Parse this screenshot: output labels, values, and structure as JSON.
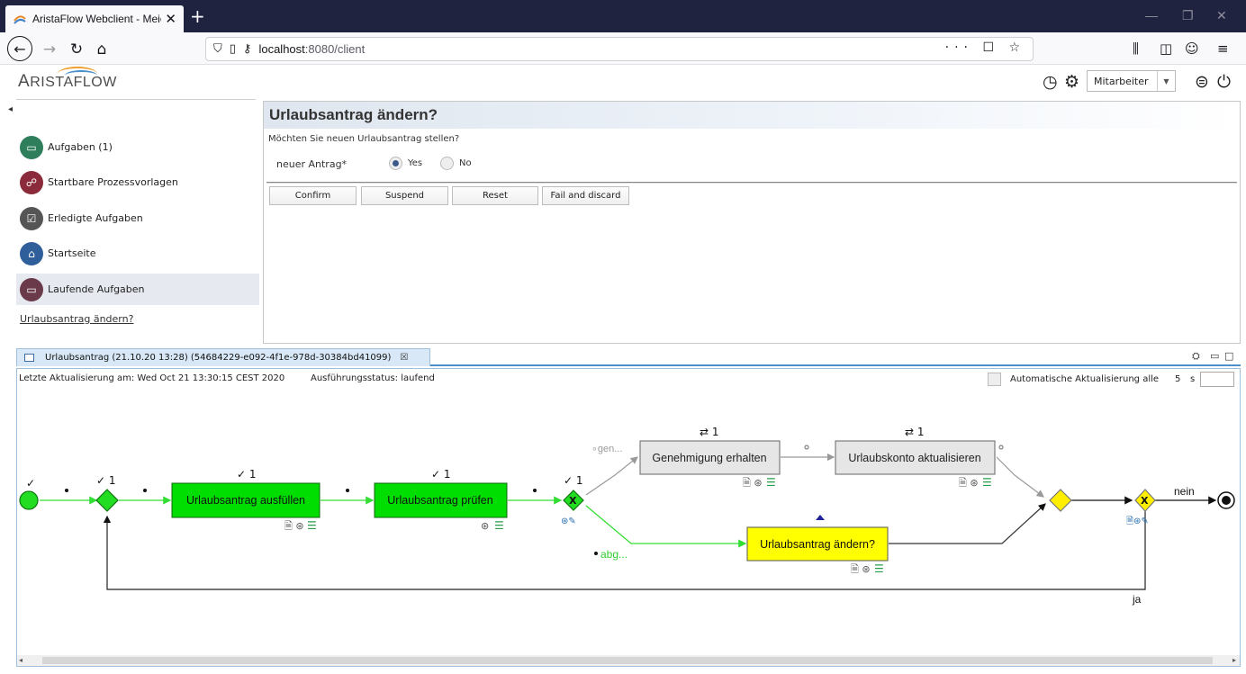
{
  "browser": {
    "tab_title": "AristaFlow Webclient - Meier (",
    "tab_close": "✕",
    "new_tab": "+",
    "url_host": "localhost",
    "url_path": ":8080/client",
    "url_actions": "··· ☐ ☆",
    "win_minimize": "—",
    "win_restore": "❐",
    "win_close": "✕"
  },
  "app": {
    "logo_first": "A",
    "logo_rest": "RISTAFLOW",
    "role_value": "Mitarbeiter"
  },
  "sidebar": {
    "items": [
      {
        "label": "Aufgaben (1)",
        "icon": "inbox-icon",
        "color": "#2e7d5b"
      },
      {
        "label": "Startbare Prozessvorlagen",
        "icon": "process-template-icon",
        "color": "#8b2a3a"
      },
      {
        "label": "Erledigte Aufgaben",
        "icon": "checkbox-icon",
        "color": "#555555"
      },
      {
        "label": "Startseite",
        "icon": "home-icon",
        "color": "#2f5f9a"
      },
      {
        "label": "Laufende Aufgaben",
        "icon": "running-tasks-icon",
        "color": "#6b3a4a"
      }
    ],
    "link": "Urlaubsantrag ändern?"
  },
  "form": {
    "title": "Urlaubsantrag ändern?",
    "question": "Möchten Sie neuen Urlaubsantrag stellen?",
    "field_label": "neuer Antrag*",
    "options": [
      "Yes",
      "No"
    ],
    "selected": "Yes",
    "buttons": [
      "Confirm",
      "Suspend",
      "Reset",
      "Fail and discard"
    ]
  },
  "process": {
    "tab_title": "Urlaubsantrag (21.10.20 13:28) (54684229-e092-4f1e-978d-30384bd41099)",
    "tab_close": "☒",
    "last_update": "Letzte Aktualisierung am: Wed Oct 21 13:30:15 CEST 2020",
    "exec_status": "Ausführungsstatus: laufend",
    "auto_label": "Automatische Aktualisierung alle",
    "auto_value": "5",
    "auto_unit": "s",
    "nodes": {
      "fill": "Urlaubsantrag ausfüllen",
      "check": "Urlaubsantrag prüfen",
      "approve": "Genehmigung erhalten",
      "update": "Urlaubskonto aktualisieren",
      "change": "Urlaubsantrag ändern?"
    },
    "labels": {
      "start_check": "✓",
      "check1": "✓ 1",
      "loop1": "⇄ 1",
      "gen": "∘gen...",
      "abg": "abg...",
      "nein": "nein",
      "ja": "ja"
    },
    "colors": {
      "done": "#00dd00",
      "active": "#ffff00",
      "inactive": "#e6e6e6",
      "flow_green": "#33dd33",
      "flow_grey": "#999999"
    }
  }
}
